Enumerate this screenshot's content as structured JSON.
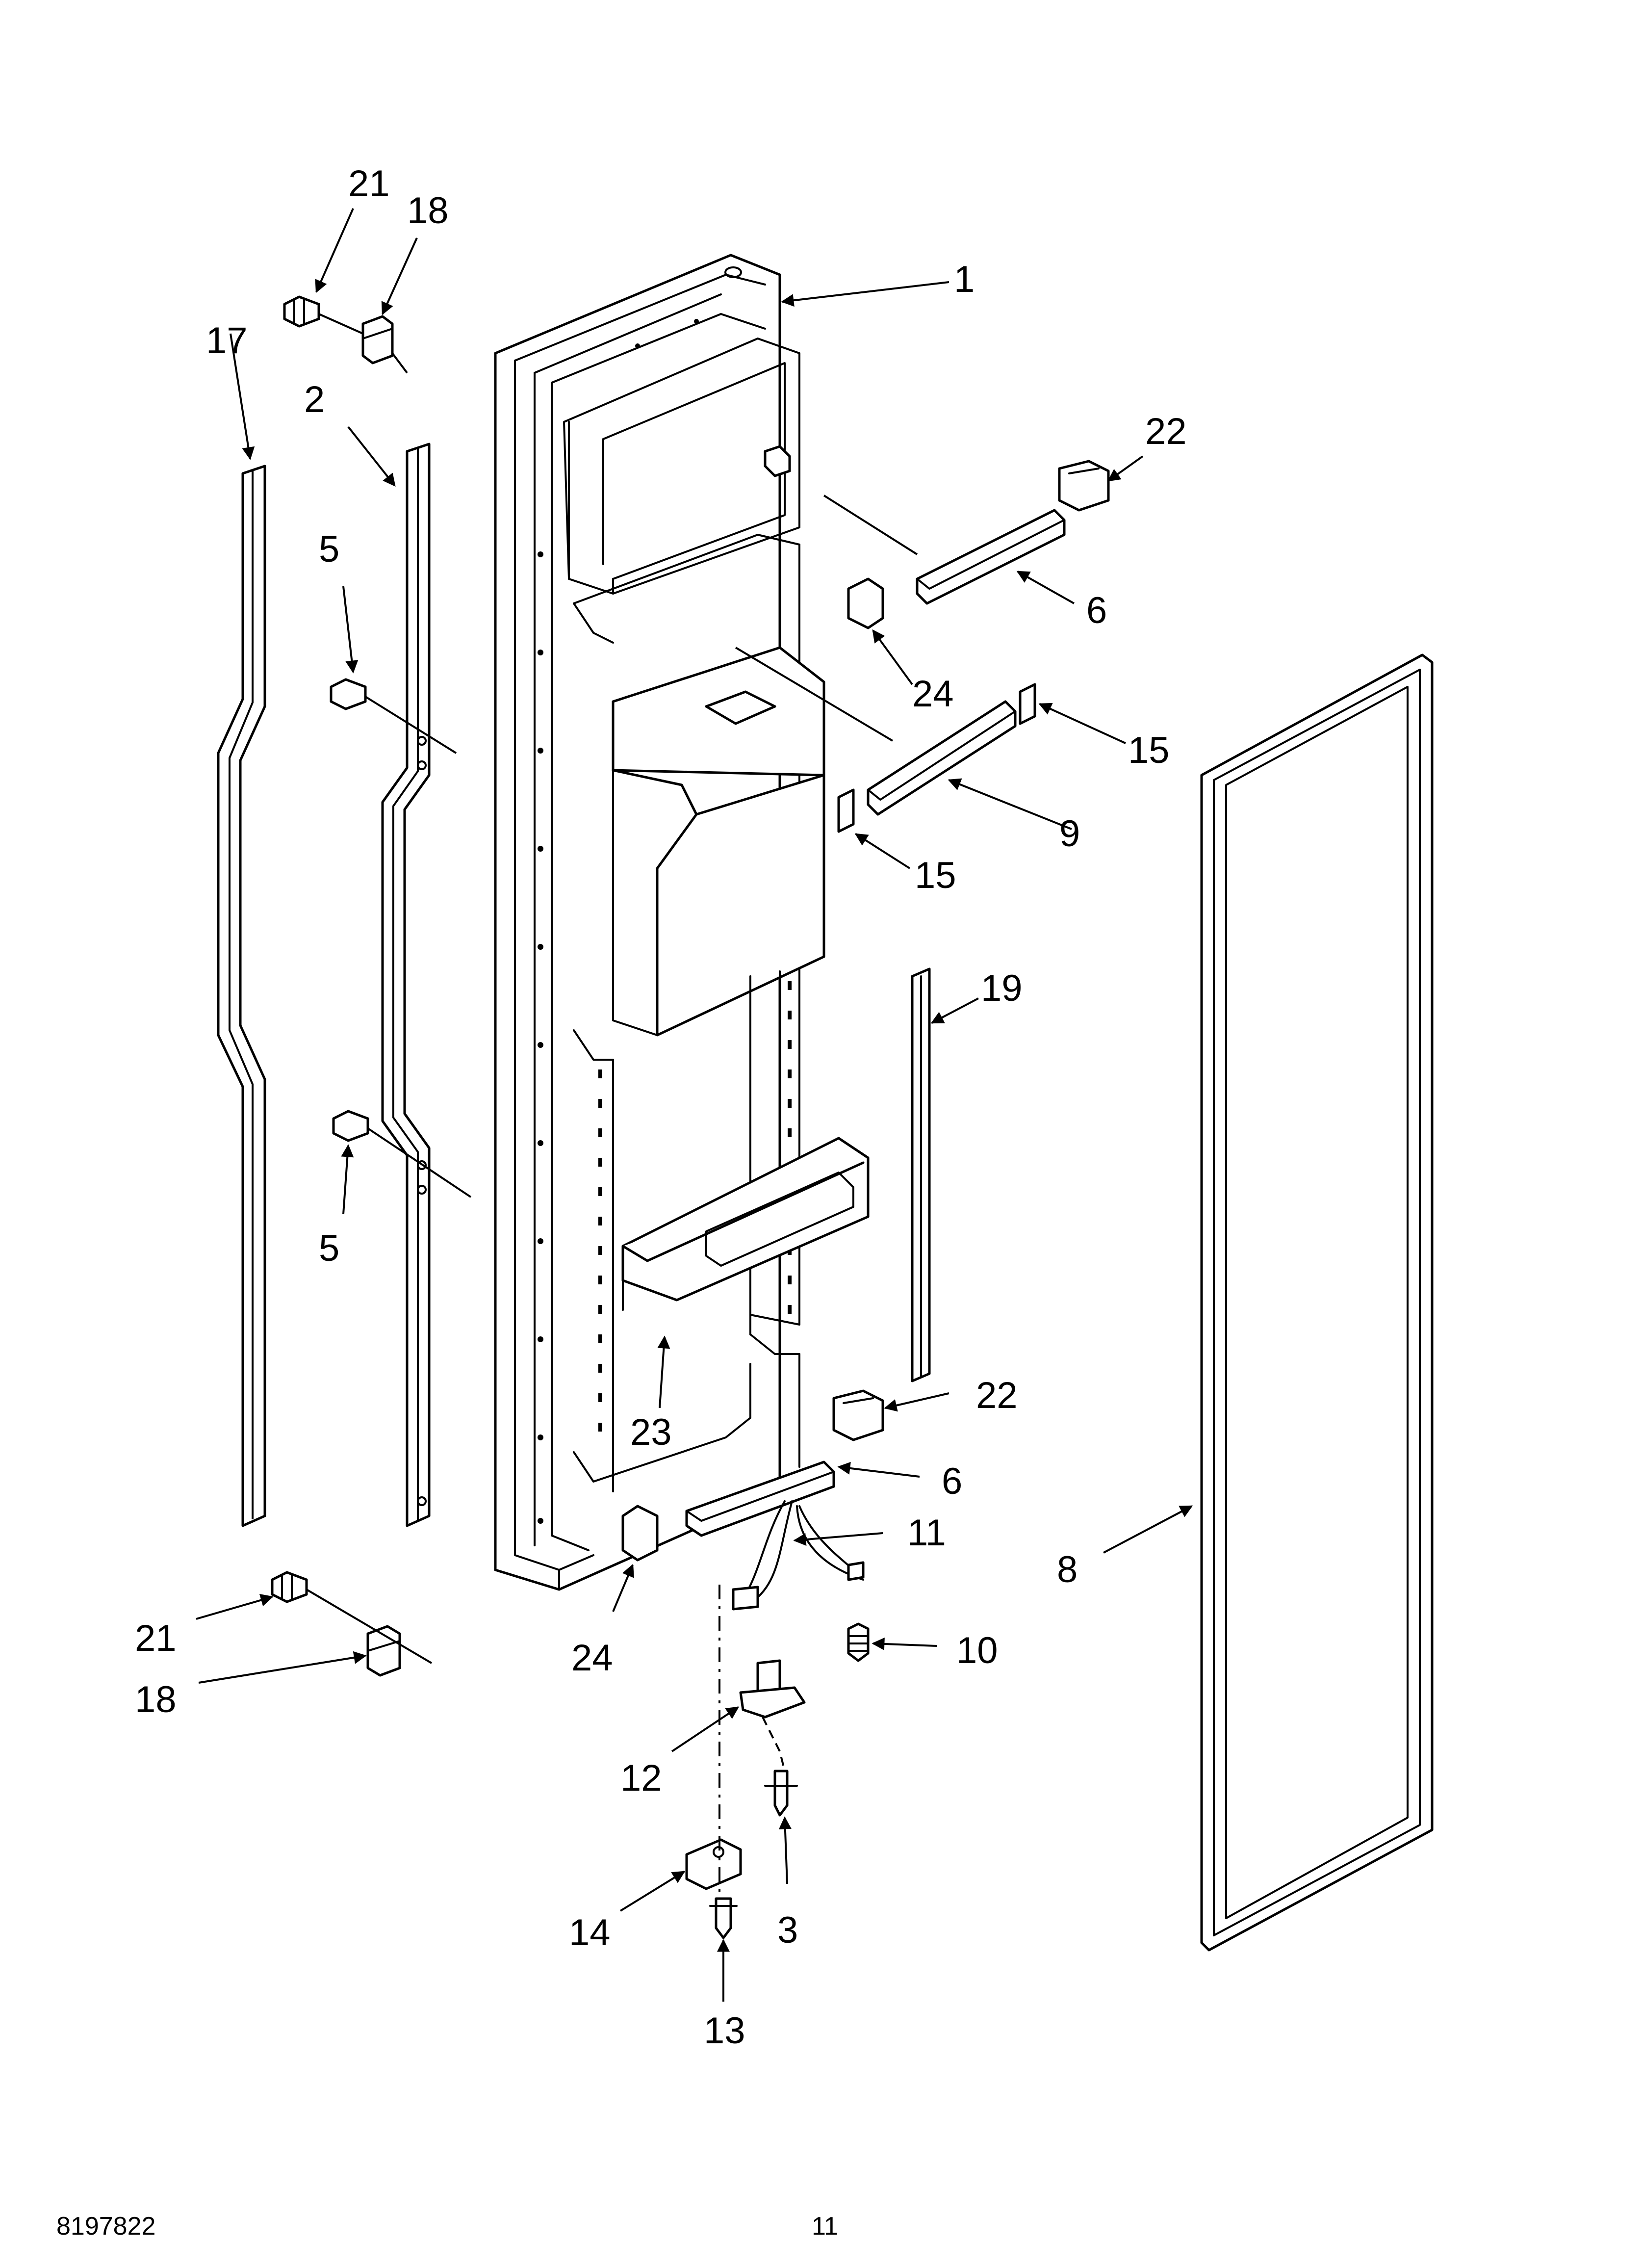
{
  "callouts": {
    "c1": "1",
    "c2": "2",
    "c3": "3",
    "c5a": "5",
    "c5b": "5",
    "c6a": "6",
    "c6b": "6",
    "c8": "8",
    "c9": "9",
    "c10": "10",
    "c11": "11",
    "c12": "12",
    "c13": "13",
    "c14": "14",
    "c15a": "15",
    "c15b": "15",
    "c17": "17",
    "c18a": "18",
    "c18b": "18",
    "c19": "19",
    "c21a": "21",
    "c21b": "21",
    "c22a": "22",
    "c22b": "22",
    "c23": "23",
    "c24a": "24",
    "c24b": "24"
  },
  "footer": {
    "doc_number": "8197822",
    "page_number": "11"
  }
}
